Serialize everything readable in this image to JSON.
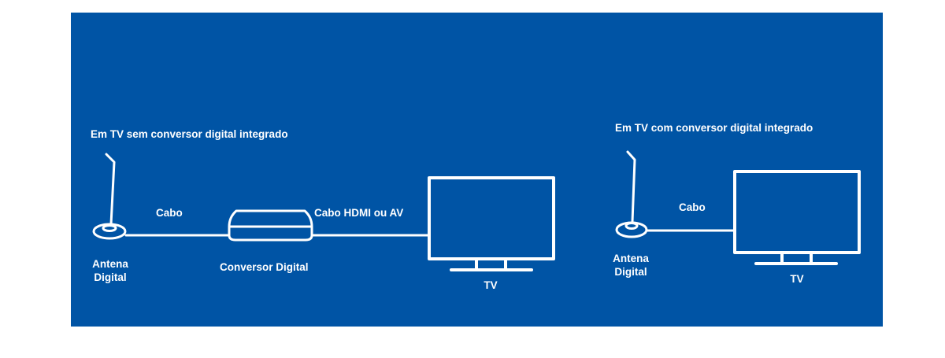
{
  "colors": {
    "background": "#0054a5",
    "foreground": "#ffffff",
    "page": "#ffffff"
  },
  "left_setup": {
    "title": "Em TV sem conversor digital integrado",
    "antenna_label_line1": "Antena",
    "antenna_label_line2": "Digital",
    "cable_label": "Cabo",
    "converter_label": "Conversor Digital",
    "hdmi_cable_label": "Cabo HDMI ou AV",
    "tv_label": "TV"
  },
  "right_setup": {
    "title": "Em TV com conversor digital integrado",
    "antenna_label_line1": "Antena",
    "antenna_label_line2": "Digital",
    "cable_label": "Cabo",
    "tv_label": "TV"
  },
  "icons": {
    "left_antenna": "antenna-icon",
    "converter": "set-top-box-icon",
    "left_tv": "tv-icon",
    "right_antenna": "antenna-icon",
    "right_tv": "tv-icon"
  }
}
